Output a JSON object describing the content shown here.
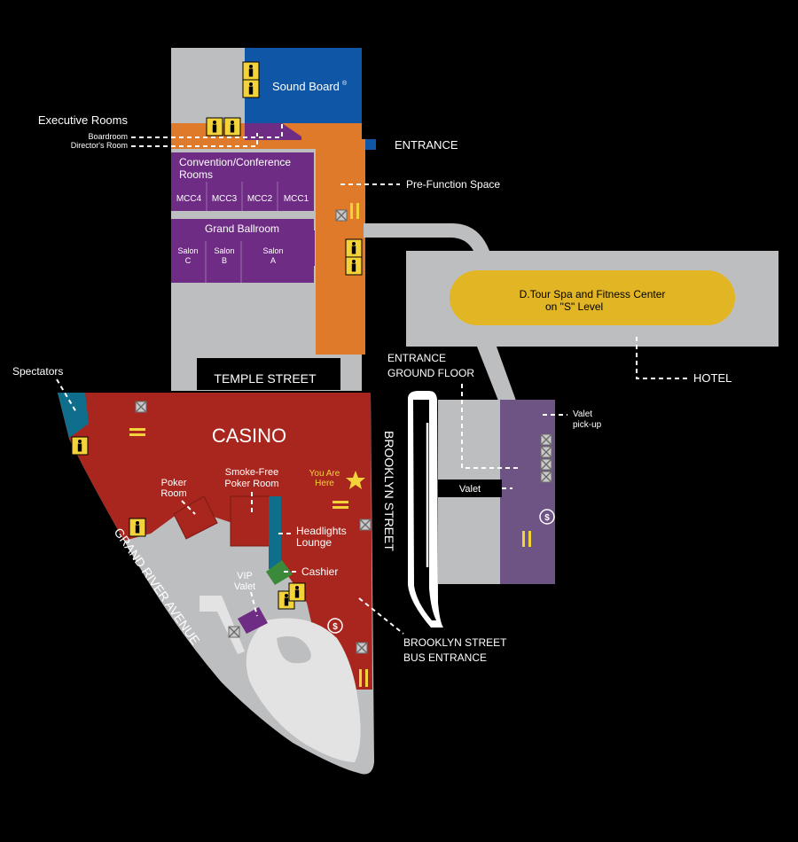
{
  "colors": {
    "background": "#000000",
    "gray": "#bdbec0",
    "dark_gray": "#a5a6a8",
    "blue": "#0f56a6",
    "orange": "#de7a2a",
    "purple": "#6e2c84",
    "red": "#a8261e",
    "teal": "#0f6e8c",
    "green": "#3b8a3a",
    "yellow": "#f4d23a",
    "valet_purple": "#6e5385"
  },
  "labels": {
    "sound_board": "Sound Board",
    "sound_board_mark": "®",
    "entrance": "ENTRANCE",
    "executive_rooms": "Executive Rooms",
    "boardroom": "Boardroom",
    "directors_room": "Director's Room",
    "convention_line1": "Convention/Conference",
    "convention_line2": "Rooms",
    "pre_function": "Pre-Function Space",
    "mcc4": "MCC4",
    "mcc3": "MCC3",
    "mcc2": "MCC2",
    "mcc1": "MCC1",
    "grand_ballroom": "Grand Ballroom",
    "salon": "Salon",
    "salon_c": "C",
    "salon_b": "B",
    "salon_a": "A",
    "spa_line1": "D.Tour Spa and Fitness Center",
    "spa_line2": "on \"S\" Level",
    "hotel": "HOTEL",
    "temple_street": "TEMPLE STREET",
    "entrance_ground_line1": "ENTRANCE",
    "entrance_ground_line2": "GROUND FLOOR",
    "valet_pickup_line1": "Valet",
    "valet_pickup_line2": "pick-up",
    "valet": "Valet",
    "spectators": "Spectators",
    "casino": "CASINO",
    "poker_room_line1": "Poker",
    "poker_room_line2": "Room",
    "smoke_free_line1": "Smoke-Free",
    "smoke_free_line2": "Poker Room",
    "you_are_here_line1": "You Are",
    "you_are_here_line2": "Here",
    "brooklyn_street": "BROOKLYN STREET",
    "headlights_line1": "Headlights",
    "headlights_line2": "Lounge",
    "cashier": "Cashier",
    "vip_valet_line1": "VIP",
    "vip_valet_line2": "Valet",
    "grand_river_avenue": "GRAND RIVER AVENUE",
    "bus_entrance_line1": "BROOKLYN STREET",
    "bus_entrance_line2": "BUS ENTRANCE"
  },
  "icons": {
    "restroom": "restroom-icon",
    "elevator": "elevator-icon",
    "escalator": "escalator-icon",
    "atm": "atm-icon",
    "star": "you-are-here-star-icon",
    "atm_glyph": "$"
  }
}
